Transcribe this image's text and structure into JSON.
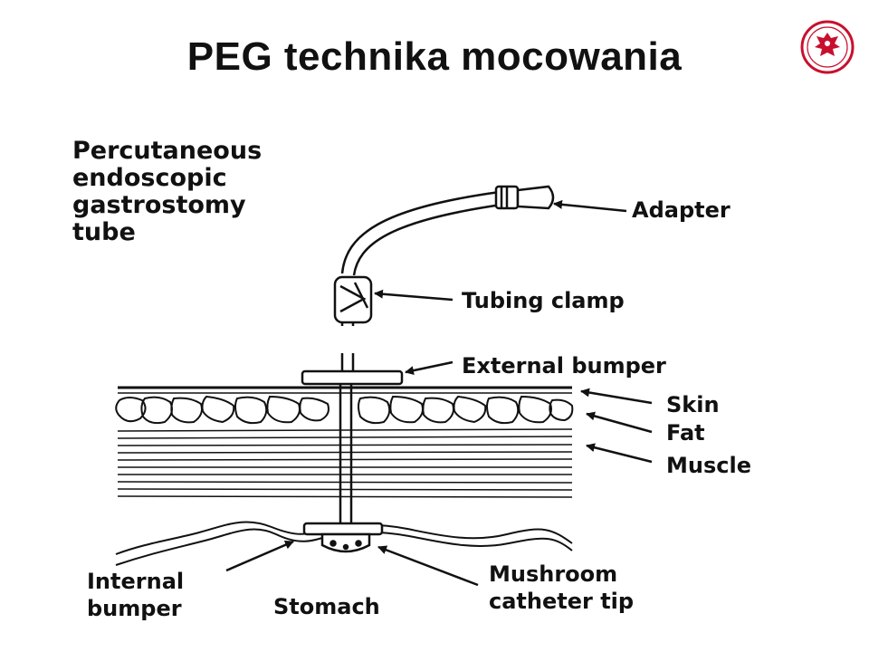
{
  "slide": {
    "title": "PEG technika mocowania"
  },
  "logo": {
    "icon": "eagle-seal-icon",
    "color": "#c8102e"
  },
  "diagram": {
    "heading_lines": [
      "Percutaneous",
      "endoscopic",
      "gastrostomy",
      "tube"
    ],
    "labels": {
      "adapter": "Adapter",
      "tubing_clamp": "Tubing clamp",
      "external_bumper": "External bumper",
      "skin": "Skin",
      "fat": "Fat",
      "muscle": "Muscle",
      "internal_bumper_1": "Internal",
      "internal_bumper_2": "bumper",
      "stomach": "Stomach",
      "mushroom_1": "Mushroom",
      "mushroom_2": "catheter tip"
    }
  }
}
